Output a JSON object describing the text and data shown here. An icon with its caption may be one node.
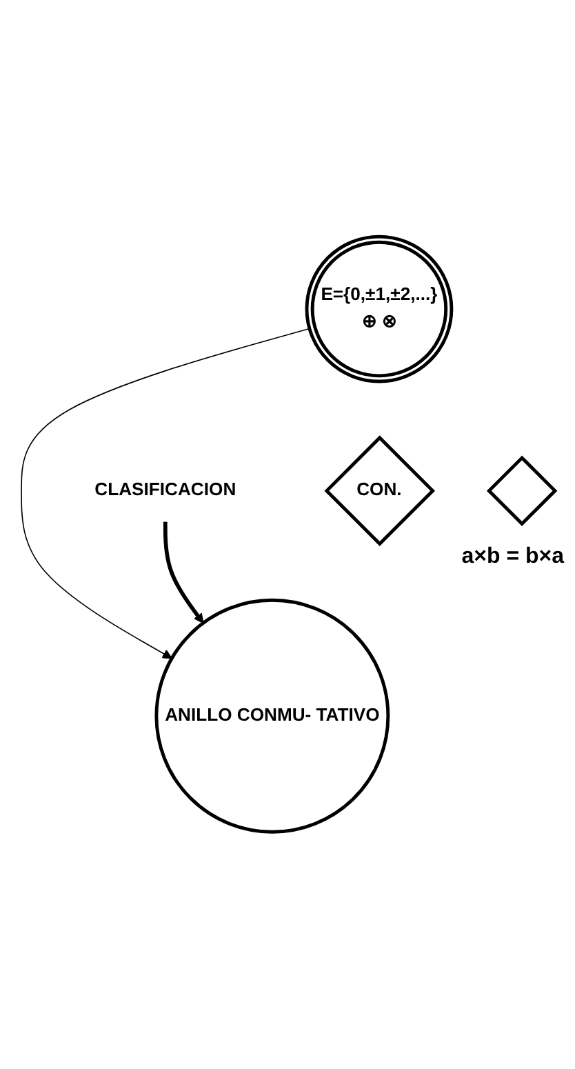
{
  "diagram": {
    "nodes": [
      {
        "text": [
          "E={0,±1,±2,...}",
          "⊕ ⊗"
        ]
      },
      {
        "text": [
          "CON."
        ]
      },
      {
        "text": [],
        "shape": "diamond",
        "beside": [
          "a×b = b×a"
        ]
      },
      {
        "text": [
          "ANILLO CONMU- TATIVO"
        ]
      },
      {
        "text": [
          "CLASIFICACION"
        ]
      }
    ],
    "edges": [
      {
        "from": 0,
        "to": 3,
        "arrow": "to"
      },
      {
        "from": 4,
        "to": 3,
        "arrow": "to",
        "style": "thick"
      }
    ]
  }
}
